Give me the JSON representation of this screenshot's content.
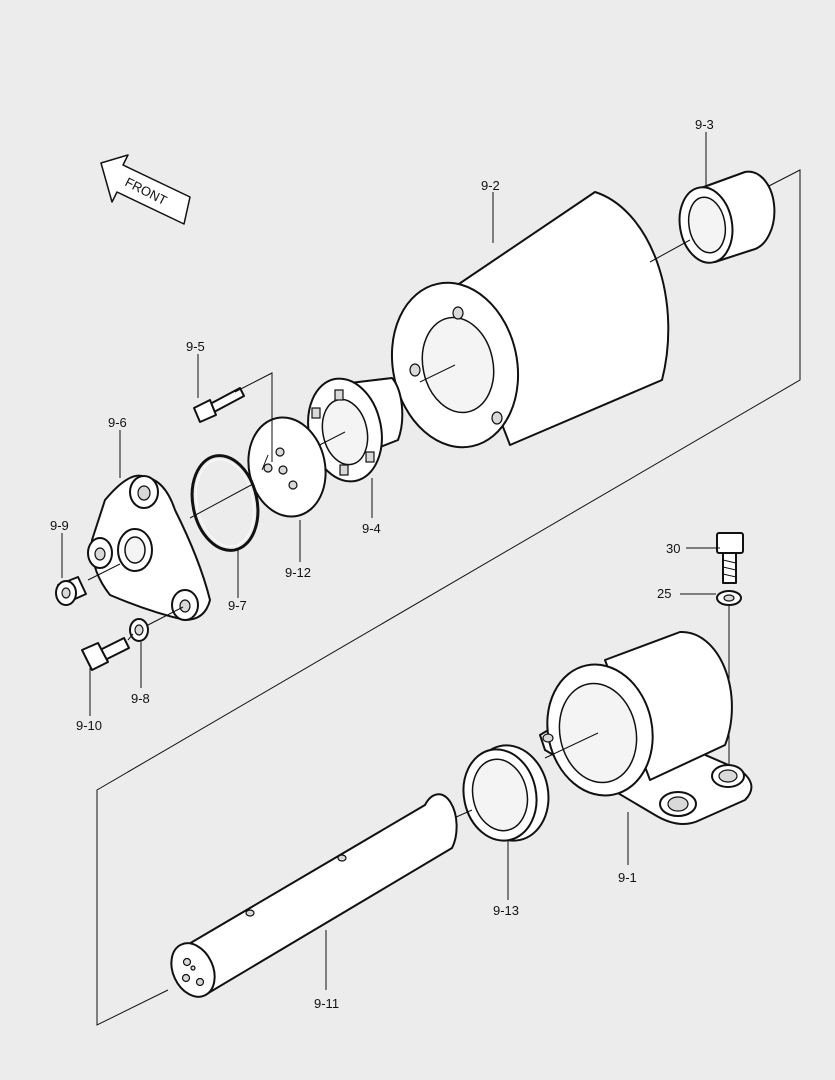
{
  "front_arrow": {
    "label": "FRONT"
  },
  "callouts": {
    "p9_1": "9-1",
    "p9_2": "9-2",
    "p9_3": "9-3",
    "p9_4": "9-4",
    "p9_5": "9-5",
    "p9_6": "9-6",
    "p9_7": "9-7",
    "p9_8": "9-8",
    "p9_9": "9-9",
    "p9_10": "9-10",
    "p9_11": "9-11",
    "p9_12": "9-12",
    "p9_13": "9-13",
    "p25": "25",
    "p30": "30"
  }
}
